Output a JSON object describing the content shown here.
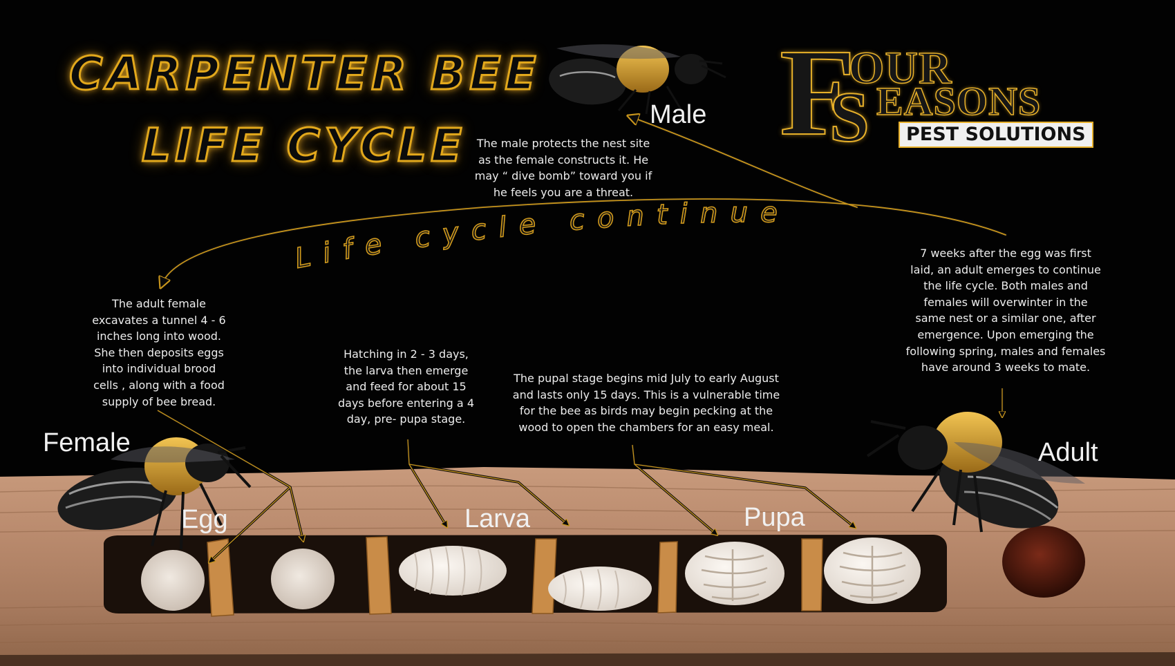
{
  "title": {
    "line1": "CARPENTER BEE",
    "line2": "LIFE CYCLE"
  },
  "logo": {
    "initial": "F",
    "word1": "OUR",
    "initial2": "S",
    "word2": "EASONS",
    "tagline": "PEST SOLUTIONS"
  },
  "cycle_text": "Life cycle continues",
  "labels": {
    "male": "Male",
    "female": "Female",
    "egg": "Egg",
    "larva": "Larva",
    "pupa": "Pupa",
    "adult": "Adult"
  },
  "descriptions": {
    "male": [
      "The male protects the nest site",
      "as the female constructs it. He",
      "may “ dive bomb” toward you if",
      "he feels you are a threat."
    ],
    "female": [
      "The adult female",
      "excavates a tunnel 4 - 6",
      "inches long into wood.",
      "She then deposits eggs",
      "into individual brood",
      "cells , along with a food",
      "supply of bee bread."
    ],
    "larva": [
      "Hatching in 2 - 3 days,",
      "the larva then emerge",
      "and feed for about 15",
      "days before entering a 4",
      "day, pre- pupa stage."
    ],
    "pupa": [
      "The pupal stage begins mid July to early August",
      "and lasts only 15 days. This is a vulnerable time",
      "for the bee as birds may begin pecking at the",
      "wood to open the chambers for an easy meal."
    ],
    "adult": [
      "7 weeks after the egg was first",
      "laid, an adult emerges to continue",
      "the life cycle. Both males and",
      "females will overwinter  in the",
      "same nest or a similar one, after",
      "emergence. Upon emerging the",
      "following spring, males and females",
      "have around 3 weeks to mate."
    ]
  },
  "colors": {
    "background": "#020202",
    "accent_gold": "#e2a81c",
    "wood": "#b8866a",
    "text": "#ededed"
  }
}
